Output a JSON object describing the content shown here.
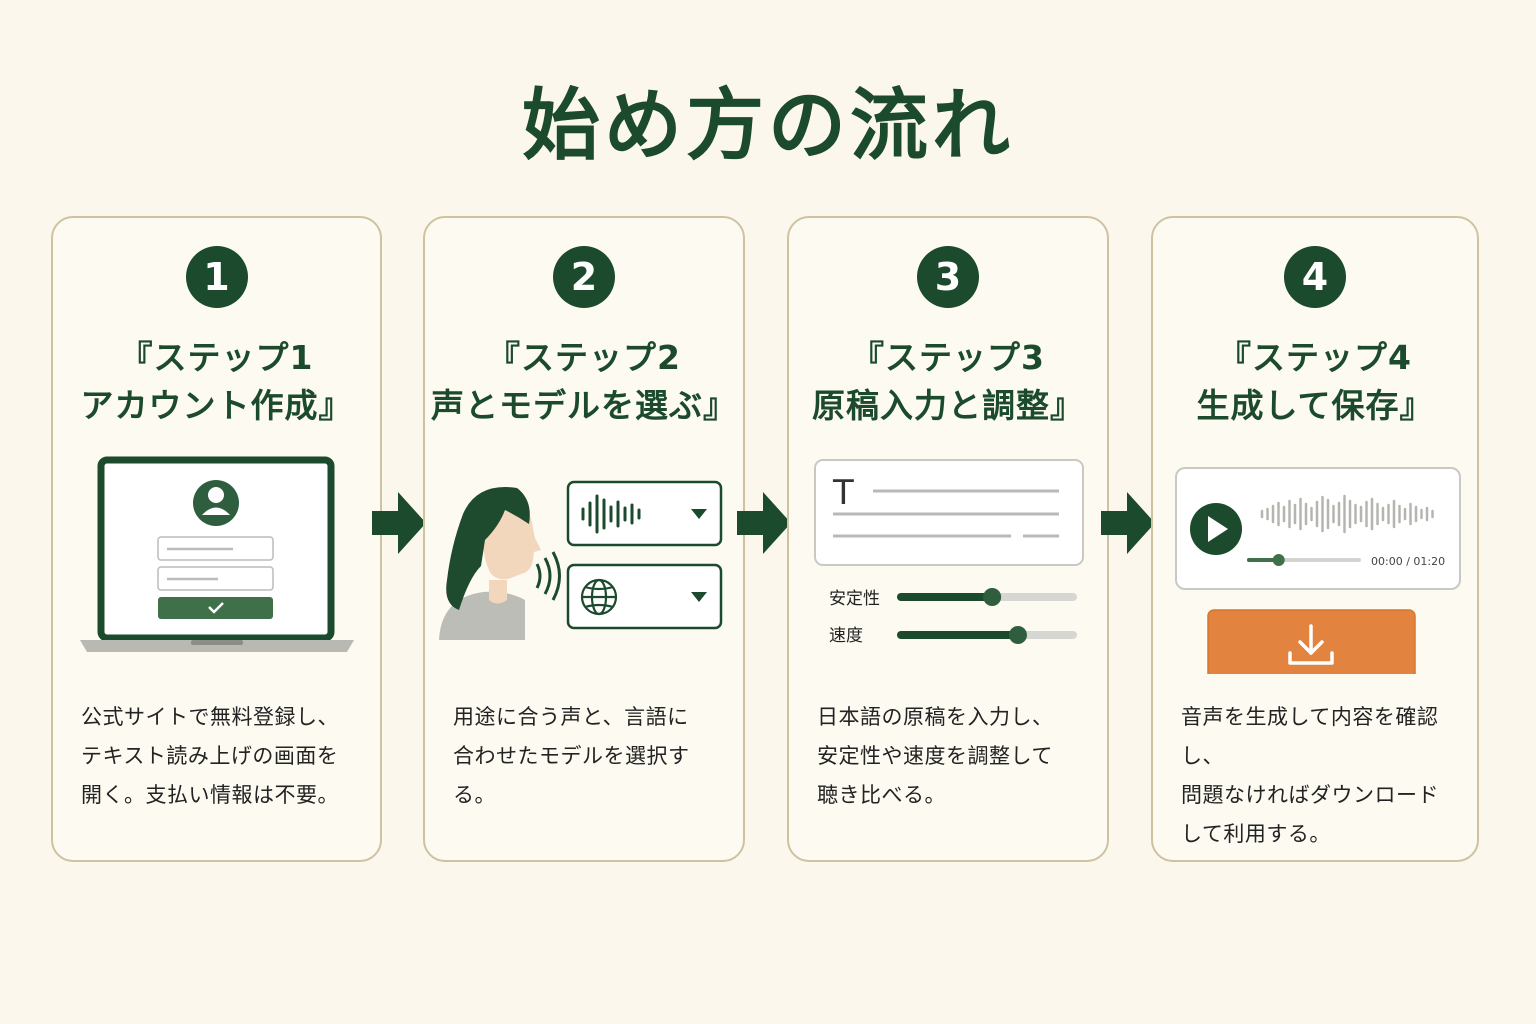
{
  "page_title": "始め方の流れ",
  "colors": {
    "accent": "#1b4a2c",
    "download": "#e2843f",
    "card_border": "#cfc2a0",
    "background": "#fcf7ec"
  },
  "steps": [
    {
      "number": "1",
      "title": "『ステップ1\nアカウント作成』",
      "description": "公式サイトで無料登録し、\nテキスト読み上げの画面を\n開く。支払い情報は不要。",
      "illustration": {
        "icons": [
          "laptop-icon",
          "user-avatar-icon",
          "check-icon"
        ]
      }
    },
    {
      "number": "2",
      "title": "『ステップ2\n声とモデルを選ぶ』",
      "description": "用途に合う声と、言語に\n合わせたモデルを選択する。",
      "illustration": {
        "icons": [
          "speaking-person-icon",
          "waveform-icon",
          "globe-icon",
          "chevron-down-icon"
        ]
      }
    },
    {
      "number": "3",
      "title": "『ステップ3\n原稿入力と調整』",
      "description": "日本語の原稿を入力し、\n安定性や速度を調整して\n聴き比べる。",
      "illustration": {
        "text_icon": "T",
        "sliders": [
          {
            "label": "安定性",
            "value": 0.53
          },
          {
            "label": "速度",
            "value": 0.68
          }
        ]
      }
    },
    {
      "number": "4",
      "title": "『ステップ4\n生成して保存』",
      "description": "音声を生成して内容を確認し、\n問題なければダウンロード\nして利用する。",
      "illustration": {
        "time_readout": "00:00 / 01:20",
        "progress": 0.27,
        "icons": [
          "play-icon",
          "waveform-icon",
          "download-icon"
        ]
      }
    }
  ]
}
